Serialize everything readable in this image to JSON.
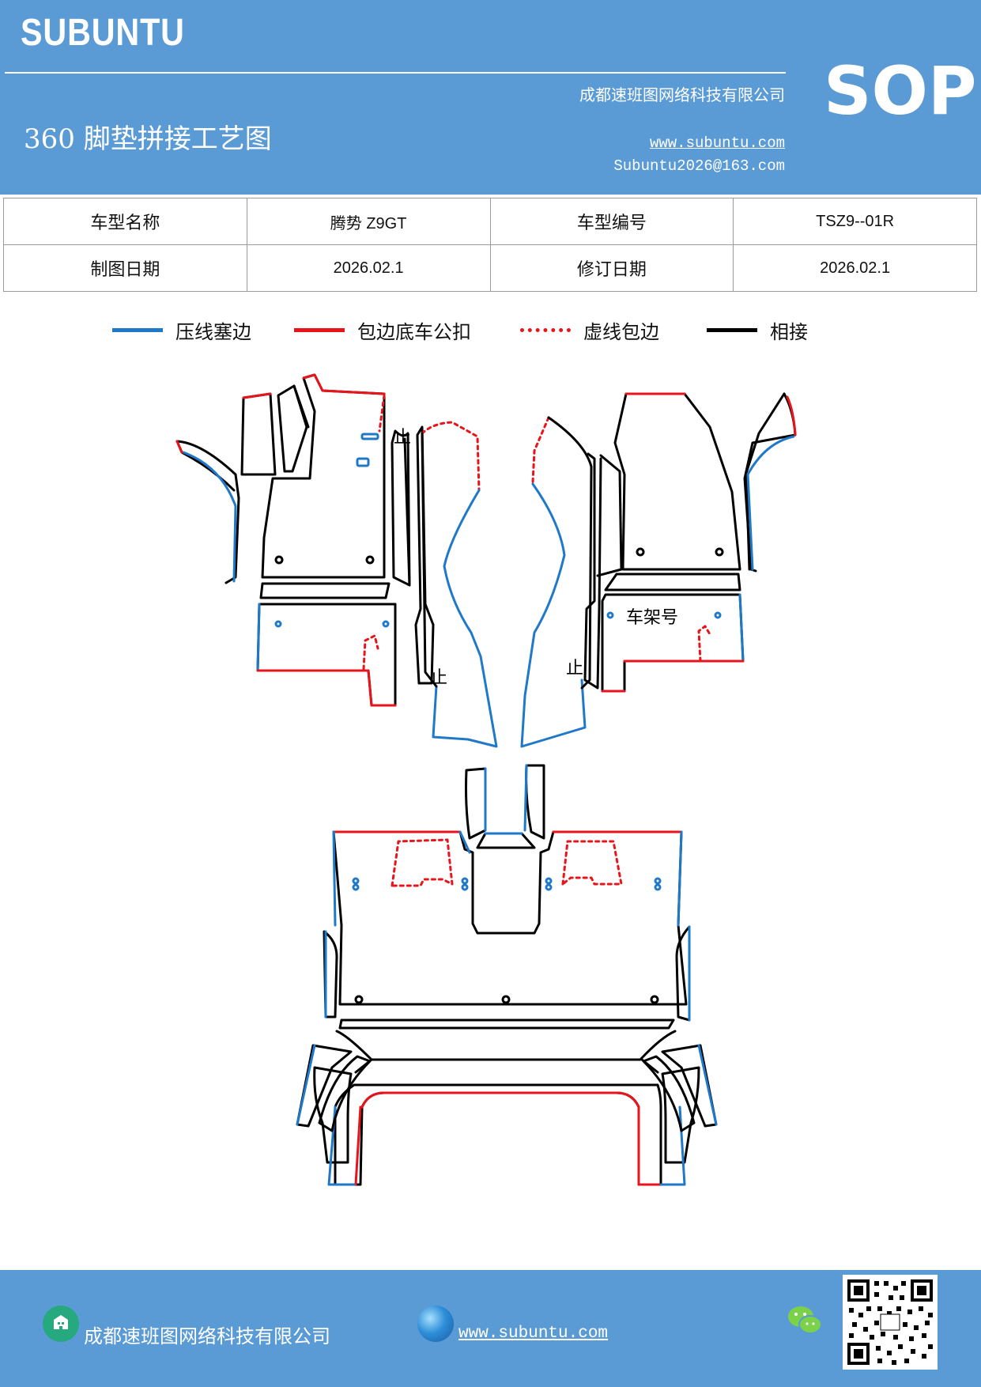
{
  "header": {
    "logo": "SUBUNTU",
    "company": "成都速班图网络科技有限公司",
    "title": "360 脚垫拼接工艺图",
    "website": "www.subuntu.com",
    "email": "Subuntu2026@163.com",
    "doc_type": "SOP"
  },
  "info_table": {
    "model_name_label": "车型名称",
    "model_name": "腾势 Z9GT",
    "model_code_label": "车型编号",
    "model_code": "TSZ9--01R",
    "draw_date_label": "制图日期",
    "draw_date": "2026.02.1",
    "revise_date_label": "修订日期",
    "revise_date": "2026.02.1"
  },
  "legend": [
    {
      "label": "压线塞边",
      "color": "#1f78c8",
      "style": "solid"
    },
    {
      "label": "包边底车公扣",
      "color": "#e8141b",
      "style": "solid"
    },
    {
      "label": "虚线包边",
      "color": "#e8141b",
      "style": "dotted"
    },
    {
      "label": "相接",
      "color": "#000000",
      "style": "solid"
    }
  ],
  "diagram": {
    "stop_mark": "止",
    "frame_number_label": "车架号"
  },
  "footer": {
    "company": "成都速班图网络科技有限公司",
    "website": "www.subuntu.com",
    "icons": [
      "company-icon",
      "globe-icon",
      "wechat-icon",
      "qr-code"
    ]
  },
  "colors": {
    "brand_blue": "#5b9bd5",
    "press_line": "#1f78c8",
    "edge_red": "#e8141b",
    "join_black": "#000000"
  }
}
